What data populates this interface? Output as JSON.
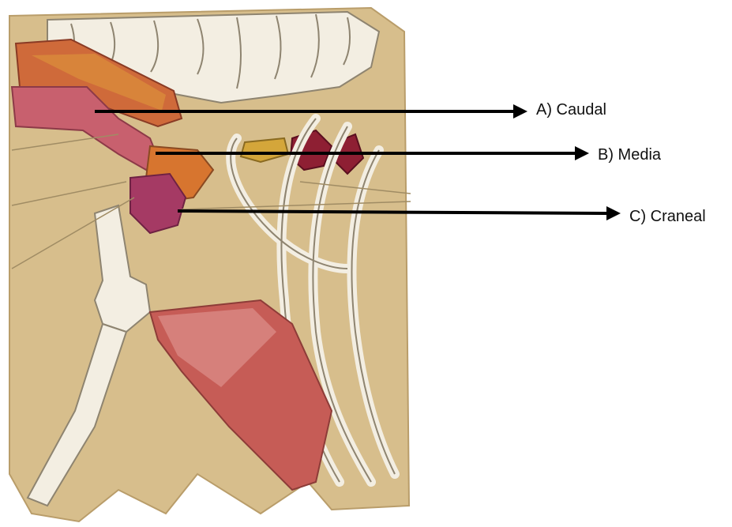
{
  "labels": {
    "a": "A) Caudal",
    "b": "B) Media",
    "c": "C) Craneal"
  },
  "colors": {
    "skin": "#d7be8c",
    "skin_dark": "#b99d6a",
    "bone": "#f3eee2",
    "bone_outline": "#8e8470",
    "muscle_red": "#c65c56",
    "muscle_light": "#d98a85",
    "pink_vessel": "#c8606e",
    "magenta": "#a53a64",
    "orange_muscle": "#d7752f",
    "dark_red": "#8e1f33",
    "arrow": "#000000"
  },
  "icons": {
    "arrowhead": "triangle-right"
  }
}
